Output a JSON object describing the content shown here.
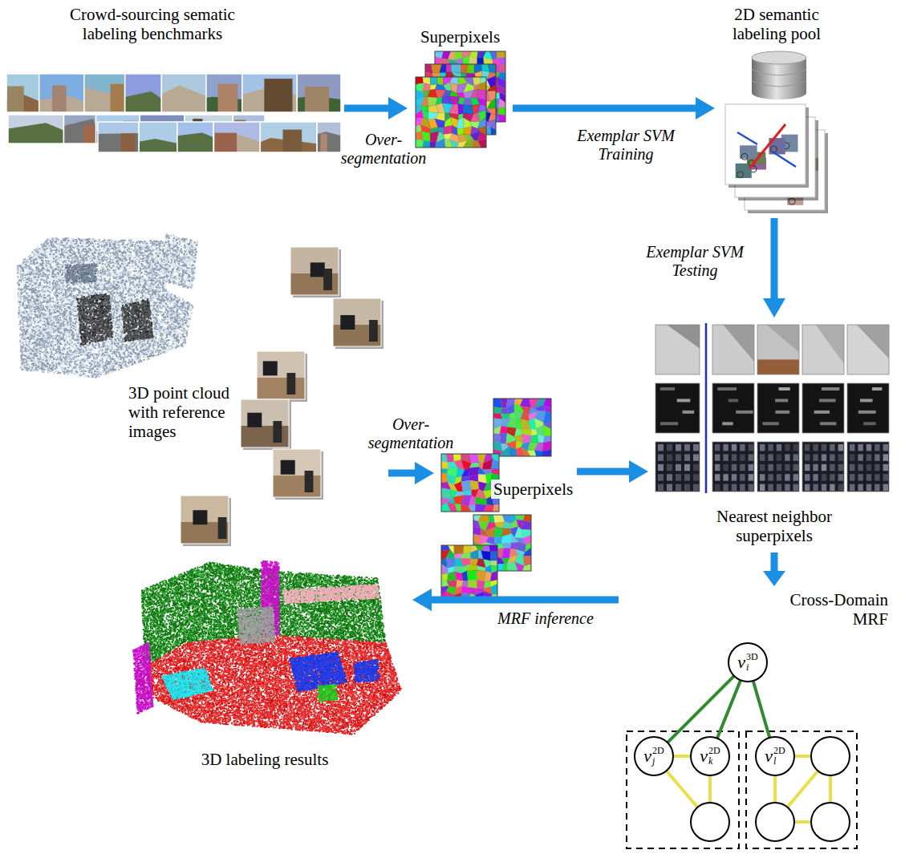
{
  "diagram": {
    "nodes": [
      {
        "text": [
          "Crowd-sourcing sematic labeling benchmarks"
        ]
      },
      {
        "text": [
          "Superpixels"
        ]
      },
      {
        "text": [
          "2D semantic labeling pool"
        ]
      },
      {
        "text": [
          "3D point cloud with reference images"
        ]
      },
      {
        "text": [
          "Superpixels"
        ]
      },
      {
        "text": [
          "Nearest neighbor superpixels"
        ]
      },
      {
        "text": [
          "Cross-Domain MRF"
        ]
      },
      {
        "text": [
          "v",
          "i",
          "3D"
        ],
        "in": 6
      },
      {
        "text": [
          "v",
          "j",
          "2D"
        ],
        "in": 6
      },
      {
        "text": [
          "v",
          "k",
          "2D"
        ],
        "in": 6
      },
      {
        "text": [
          "v",
          "l",
          "2D"
        ],
        "in": 6
      },
      {
        "text": [
          "3D labeling results"
        ]
      }
    ],
    "edges": [
      {
        "from": 0,
        "to": 1,
        "arrow": "to",
        "label": "Over- segmentation"
      },
      {
        "from": 1,
        "to": 2,
        "arrow": "to",
        "label": "Exemplar SVM Training"
      },
      {
        "from": 2,
        "to": 5,
        "arrow": "to",
        "label": "Exemplar SVM Testing"
      },
      {
        "from": 3,
        "to": 4,
        "arrow": "to",
        "label": "Over- segmentation"
      },
      {
        "from": 4,
        "to": 5,
        "arrow": "to"
      },
      {
        "from": 5,
        "to": 6,
        "arrow": "to"
      },
      {
        "from": 6,
        "to": 11,
        "arrow": "to",
        "label": "MRF inference"
      },
      {
        "from": 7,
        "to": 8,
        "arrow": "none"
      },
      {
        "from": 7,
        "to": 9,
        "arrow": "none"
      },
      {
        "from": 7,
        "to": 10,
        "arrow": "none"
      },
      {
        "from": 8,
        "to": 9,
        "arrow": "none"
      }
    ]
  }
}
